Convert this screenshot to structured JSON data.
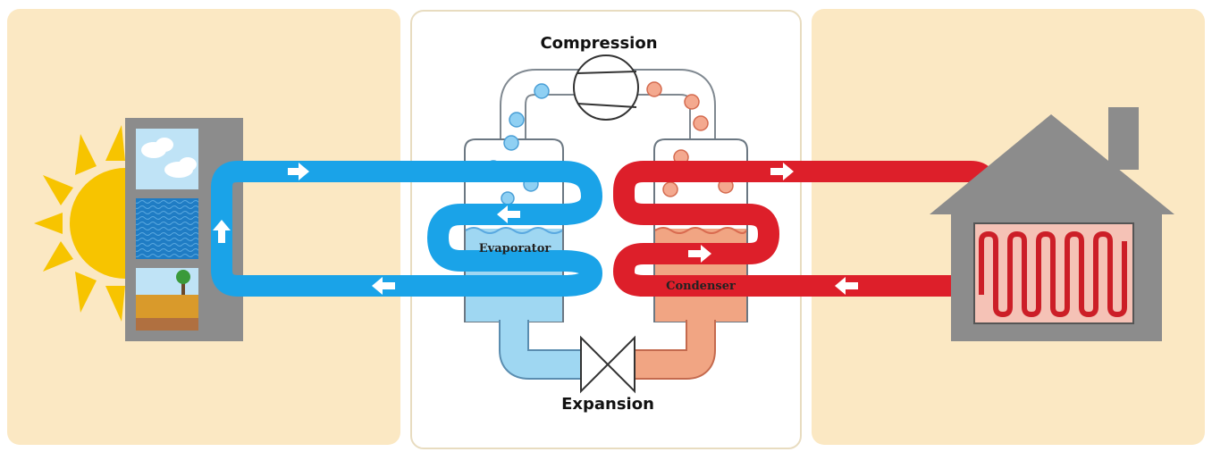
{
  "diagram": {
    "labels": {
      "compression": "Compression",
      "expansion": "Expansion",
      "evaporator": "Evaporator",
      "condenser": "Condenser"
    },
    "colors": {
      "panel_bg": "#fbe8c3",
      "center_bg": "#ffffff",
      "cold_loop": "#1aa3e8",
      "cold_liquid": "#9fd7f2",
      "hot_loop": "#dd1f2a",
      "hot_liquid": "#f1a583",
      "refrigerant_gas_pipe": "#ffffff",
      "house_grey": "#8c8c8c",
      "sun": "#f7c400"
    },
    "icons": [
      "sun-icon",
      "environment-sources-icon",
      "compressor-icon",
      "expansion-valve-icon",
      "house-icon",
      "underfloor-heating-icon",
      "flow-arrow-icon"
    ]
  }
}
